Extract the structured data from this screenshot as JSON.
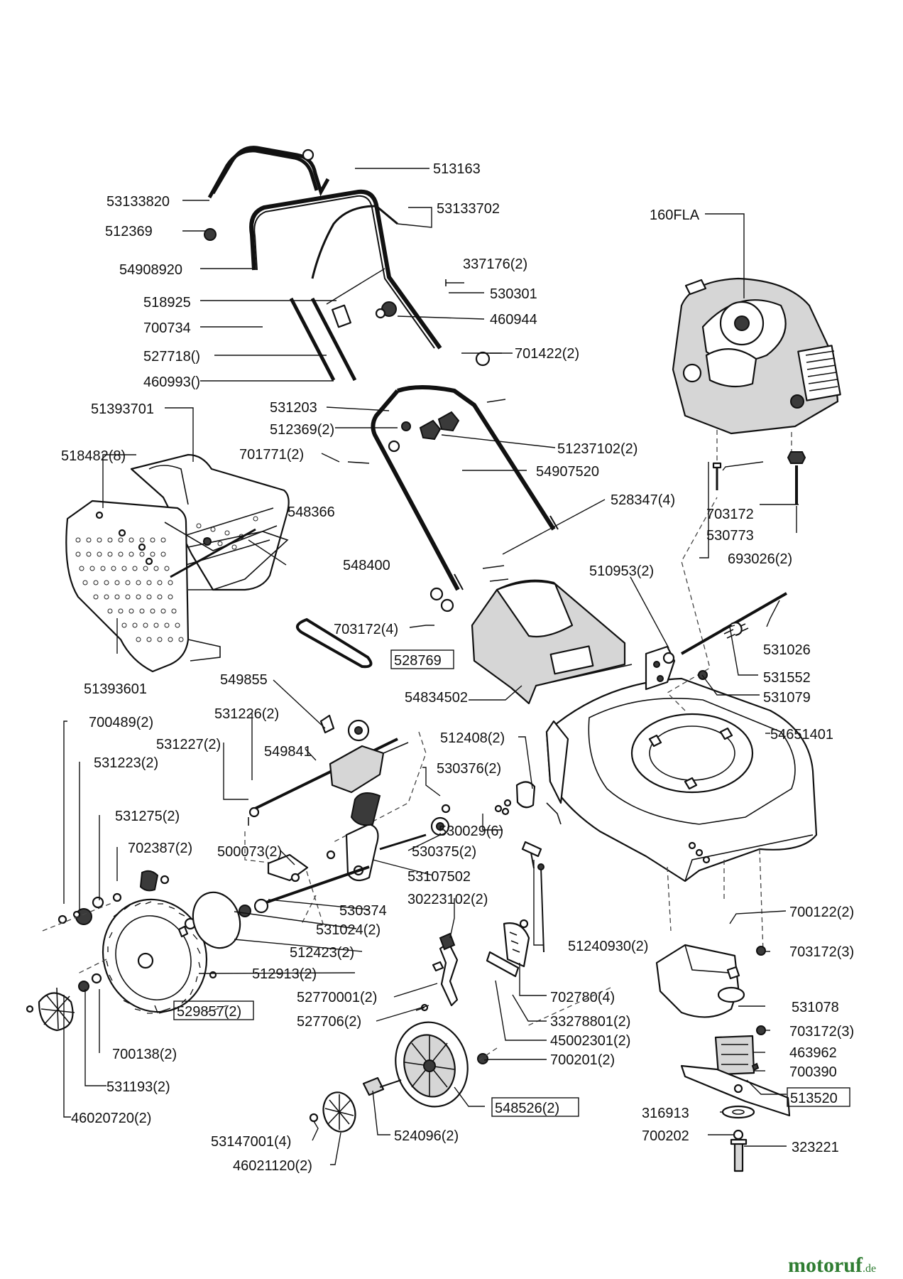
{
  "labels": {
    "l513163": "513163",
    "l53133820": "53133820",
    "l53133702": "53133702",
    "l160FLA": "160FLA",
    "l512369": "512369",
    "l54908920": "54908920",
    "l337176": "337176(2)",
    "l518925": "518925",
    "l530301": "530301",
    "l700734": "700734",
    "l460944": "460944",
    "l527718": "527718()",
    "l701422": "701422(2)",
    "l460993": "460993()",
    "l51393701": "51393701",
    "l531203": "531203",
    "l512369b": "512369(2)",
    "l51237102": "51237102(2)",
    "l518482": "518482(8)",
    "l701771": "701771(2)",
    "l54907520": "54907520",
    "l548366": "548366",
    "l528347": "528347(4)",
    "l703172": "703172",
    "l530773": "530773",
    "l693026": "693026(2)",
    "l548400": "548400",
    "l510953": "510953(2)",
    "l703172b": "703172(4)",
    "l531026": "531026",
    "l528769": "528769",
    "l51393601": "51393601",
    "l531552": "531552",
    "l549855": "549855",
    "l54834502": "54834502",
    "l531079": "531079",
    "l531226": "531226(2)",
    "l700489": "700489(2)",
    "l54651401": "54651401",
    "l531227": "531227(2)",
    "l549841": "549841",
    "l512408": "512408(2)",
    "l531223": "531223(2)",
    "l530376": "530376(2)",
    "l531275": "531275(2)",
    "l530029": "530029(6)",
    "l702387": "702387(2)",
    "l500073": "500073(2)",
    "l530375": "530375(2)",
    "l53107502": "53107502",
    "l530374": "530374",
    "l30223102": "30223102(2)",
    "l700122": "700122(2)",
    "l531024": "531024(2)",
    "l51240930": "51240930(2)",
    "l703172c": "703172(3)",
    "l512423": "512423(2)",
    "l512913": "512913(2)",
    "l531078": "531078",
    "l52770001": "52770001(2)",
    "l702780": "702780(4)",
    "l529857": "529857(2)",
    "l703172d": "703172(3)",
    "l527706": "527706(2)",
    "l33278801": "33278801(2)",
    "l463962": "463962",
    "l45002301": "45002301(2)",
    "l700138": "700138(2)",
    "l700201": "700201(2)",
    "l700390": "700390",
    "l513520": "513520",
    "l531193": "531193(2)",
    "l548526": "548526(2)",
    "l316913": "316913",
    "l46020720": "46020720(2)",
    "l700202": "700202",
    "l323221": "323221",
    "l53147001": "53147001(4)",
    "l524096": "524096(2)",
    "l46021120": "46021120(2)"
  },
  "watermark": {
    "part1": "motoruf",
    "part2": "",
    "domain": ".de"
  }
}
